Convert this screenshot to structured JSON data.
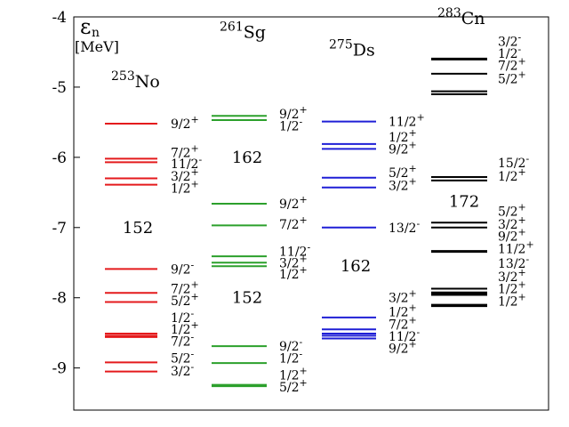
{
  "chart_data": {
    "type": "level_scheme",
    "ylabel_symbol": "ε",
    "ylabel_sub": "n",
    "ylabel_unit": "[MeV]",
    "ylim": [
      -9.6,
      -4
    ],
    "yticks": [
      -4,
      -5,
      -6,
      -7,
      -8,
      -9
    ],
    "ytick_labels": [
      "-4",
      "-5",
      "-6",
      "-7",
      "-8",
      "-9"
    ],
    "columns": [
      {
        "mass": "253",
        "element": "No",
        "color": "#e41a1c",
        "title_y": -5.0,
        "levels": [
          {
            "y": -5.52,
            "label": "9/2",
            "parity": "+",
            "label_y": -5.52
          },
          {
            "y": -6.02,
            "label": "7/2",
            "parity": "+",
            "label_y": -5.93
          },
          {
            "y": -6.07,
            "label": "11/2",
            "parity": "-",
            "label_y": -6.09
          },
          {
            "y": -6.3,
            "label": "3/2",
            "parity": "+",
            "label_y": -6.27
          },
          {
            "y": -6.39,
            "label": "1/2",
            "parity": "+",
            "label_y": -6.44
          },
          {
            "y": -7.59,
            "label": "9/2",
            "parity": "-",
            "label_y": -7.59
          },
          {
            "y": -7.93,
            "label": "7/2",
            "parity": "+",
            "label_y": -7.87
          },
          {
            "y": -8.06,
            "label": "5/2",
            "parity": "+",
            "label_y": -8.04
          },
          {
            "y": -8.51,
            "label": "1/2",
            "parity": "-",
            "label_y": -8.28
          },
          {
            "y": -8.54,
            "label": "1/2",
            "parity": "+",
            "label_y": -8.45
          },
          {
            "y": -8.56,
            "label": "7/2",
            "parity": "-",
            "label_y": -8.62
          },
          {
            "y": -8.92,
            "label": "5/2",
            "parity": "-",
            "label_y": -8.86
          },
          {
            "y": -9.05,
            "label": "3/2",
            "parity": "-",
            "label_y": -9.04
          }
        ],
        "gaps": [
          {
            "value": "152",
            "y": -7.0
          }
        ]
      },
      {
        "mass": "261",
        "element": "Sg",
        "color": "#2ca02c",
        "title_y": -4.3,
        "levels": [
          {
            "y": -5.41,
            "label": "9/2",
            "parity": "+",
            "label_y": -5.38
          },
          {
            "y": -5.47,
            "label": "1/2",
            "parity": "-",
            "label_y": -5.55
          },
          {
            "y": -6.66,
            "label": "9/2",
            "parity": "+",
            "label_y": -6.66
          },
          {
            "y": -6.97,
            "label": "7/2",
            "parity": "+",
            "label_y": -6.95
          },
          {
            "y": -7.41,
            "label": "11/2",
            "parity": "-",
            "label_y": -7.34
          },
          {
            "y": -7.5,
            "label": "3/2",
            "parity": "+",
            "label_y": -7.5
          },
          {
            "y": -7.55,
            "label": "1/2",
            "parity": "+",
            "label_y": -7.66
          },
          {
            "y": -8.69,
            "label": "9/2",
            "parity": "-",
            "label_y": -8.69
          },
          {
            "y": -8.93,
            "label": "1/2",
            "parity": "-",
            "label_y": -8.86
          },
          {
            "y": -9.24,
            "label": "1/2",
            "parity": "+",
            "label_y": -9.1
          },
          {
            "y": -9.26,
            "label": "5/2",
            "parity": "+",
            "label_y": -9.27
          }
        ],
        "gaps": [
          {
            "value": "162",
            "y": -6.0
          },
          {
            "value": "152",
            "y": -8.0
          }
        ]
      },
      {
        "mass": "275",
        "element": "Ds",
        "color": "#1f1fd6",
        "title_y": -4.55,
        "levels": [
          {
            "y": -5.49,
            "label": "11/2",
            "parity": "+",
            "label_y": -5.49
          },
          {
            "y": -5.81,
            "label": "1/2",
            "parity": "+",
            "label_y": -5.71
          },
          {
            "y": -5.88,
            "label": "9/2",
            "parity": "+",
            "label_y": -5.88
          },
          {
            "y": -6.29,
            "label": "5/2",
            "parity": "+",
            "label_y": -6.22
          },
          {
            "y": -6.43,
            "label": "3/2",
            "parity": "+",
            "label_y": -6.4
          },
          {
            "y": -7.0,
            "label": "13/2",
            "parity": "-",
            "label_y": -7.0
          },
          {
            "y": -8.28,
            "label": "3/2",
            "parity": "+",
            "label_y": -8.0
          },
          {
            "y": -8.45,
            "label": "1/2",
            "parity": "+",
            "label_y": -8.2
          },
          {
            "y": -8.51,
            "label": "7/2",
            "parity": "+",
            "label_y": -8.38
          },
          {
            "y": -8.54,
            "label": "11/2",
            "parity": "-",
            "label_y": -8.55
          },
          {
            "y": -8.58,
            "label": "9/2",
            "parity": "+",
            "label_y": -8.72
          }
        ],
        "gaps": [
          {
            "value": "162",
            "y": -7.55
          }
        ]
      },
      {
        "mass": "283",
        "element": "Cn",
        "color": "#000000",
        "title_y": -4.1,
        "levels": [
          {
            "y": -4.6,
            "label": "3/2",
            "parity": "-",
            "label_y": -4.35,
            "thick": true
          },
          {
            "y": -4.81,
            "label": "1/2",
            "parity": "-",
            "label_y": -4.52
          },
          {
            "y": -5.06,
            "label": "7/2",
            "parity": "+",
            "label_y": -4.69
          },
          {
            "y": -5.1,
            "label": "5/2",
            "parity": "+",
            "label_y": -4.88
          },
          {
            "y": -6.28,
            "label": "15/2",
            "parity": "-",
            "label_y": -6.08
          },
          {
            "y": -6.33,
            "label": "1/2",
            "parity": "+",
            "label_y": -6.27
          },
          {
            "y": -6.93,
            "label": "5/2",
            "parity": "+",
            "label_y": -6.77
          },
          {
            "y": -7.0,
            "label": "3/2",
            "parity": "+",
            "label_y": -6.95
          },
          {
            "y": -7.34,
            "label": "9/2",
            "parity": "+",
            "label_y": -7.12,
            "thick": true
          },
          {
            "y": -7.87,
            "label": "11/2",
            "parity": "+",
            "label_y": -7.3
          },
          {
            "y": -7.93,
            "label": "13/2",
            "parity": "-",
            "label_y": -7.51,
            "thick": true
          },
          {
            "y": -7.96,
            "label": "3/2",
            "parity": "+",
            "label_y": -7.7
          },
          {
            "y": -8.1,
            "label": "1/2",
            "parity": "+",
            "label_y": -7.87
          },
          {
            "y": -8.12,
            "label": "1/2",
            "parity": "+",
            "label_y": -8.05
          }
        ],
        "gaps": [
          {
            "value": "172",
            "y": -6.63
          }
        ]
      }
    ]
  }
}
